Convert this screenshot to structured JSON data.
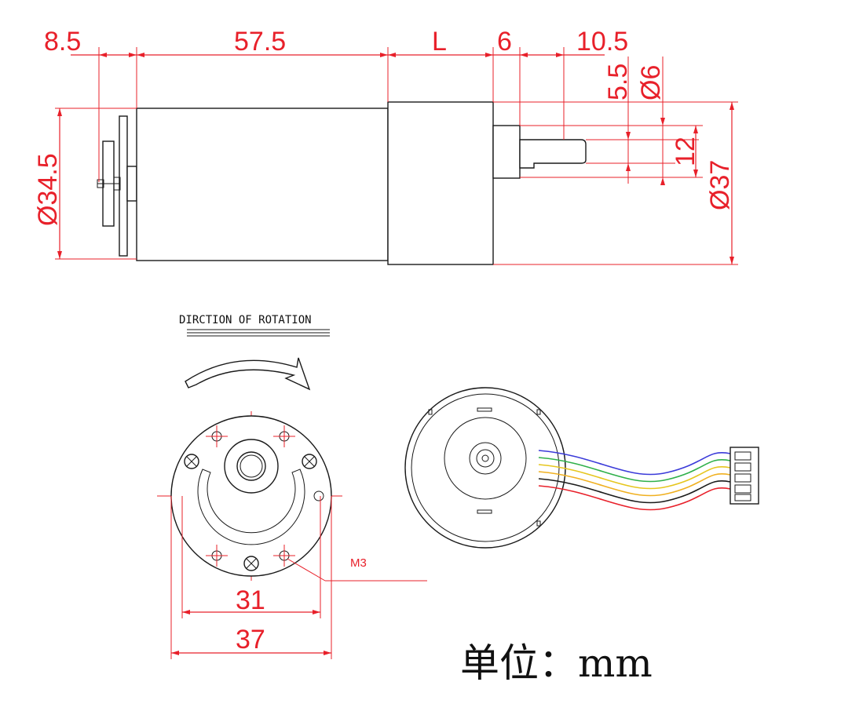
{
  "dimensions": {
    "top": {
      "d1": "8.5",
      "d2": "57.5",
      "d3": "L",
      "d4": "6",
      "d5": "10.5",
      "d6": "5.5",
      "d7": "Ø6"
    },
    "right": {
      "d8": "12",
      "d9": "Ø37"
    },
    "left": {
      "d10": "Ø34.5"
    },
    "bottom": {
      "d11": "31",
      "d12": "37"
    }
  },
  "labels": {
    "rotation": "DIRCTION OF ROTATION",
    "thread": "M3",
    "unit": "单位：mm"
  },
  "colors": {
    "dimension": "#e8202a",
    "outline": "#1a1a1a"
  },
  "wires": [
    "#3b3bd9",
    "#2fb04a",
    "#e6c61e",
    "#f0b020",
    "#1a1a1a",
    "#e8202a"
  ]
}
